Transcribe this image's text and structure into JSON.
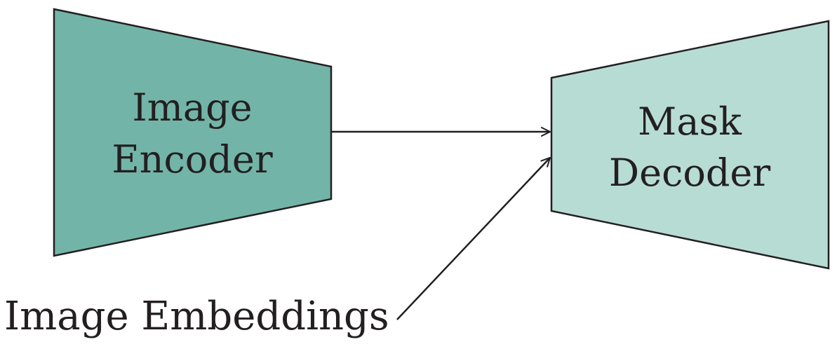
{
  "colors": {
    "encoder_fill": "#72b5a8",
    "decoder_fill": "#b7dcd4",
    "stroke": "#231f20",
    "text": "#231f20"
  },
  "encoder": {
    "shape": "trapezoid-narrowing-right",
    "label_line1": "Image",
    "label_line2": "Encoder"
  },
  "decoder": {
    "shape": "trapezoid-widening-right",
    "label_line1": "Mask",
    "label_line2": "Decoder"
  },
  "input": {
    "label": "Image Embeddings"
  },
  "connections": [
    {
      "from": "encoder",
      "to": "decoder"
    },
    {
      "from": "input",
      "to": "decoder"
    }
  ]
}
